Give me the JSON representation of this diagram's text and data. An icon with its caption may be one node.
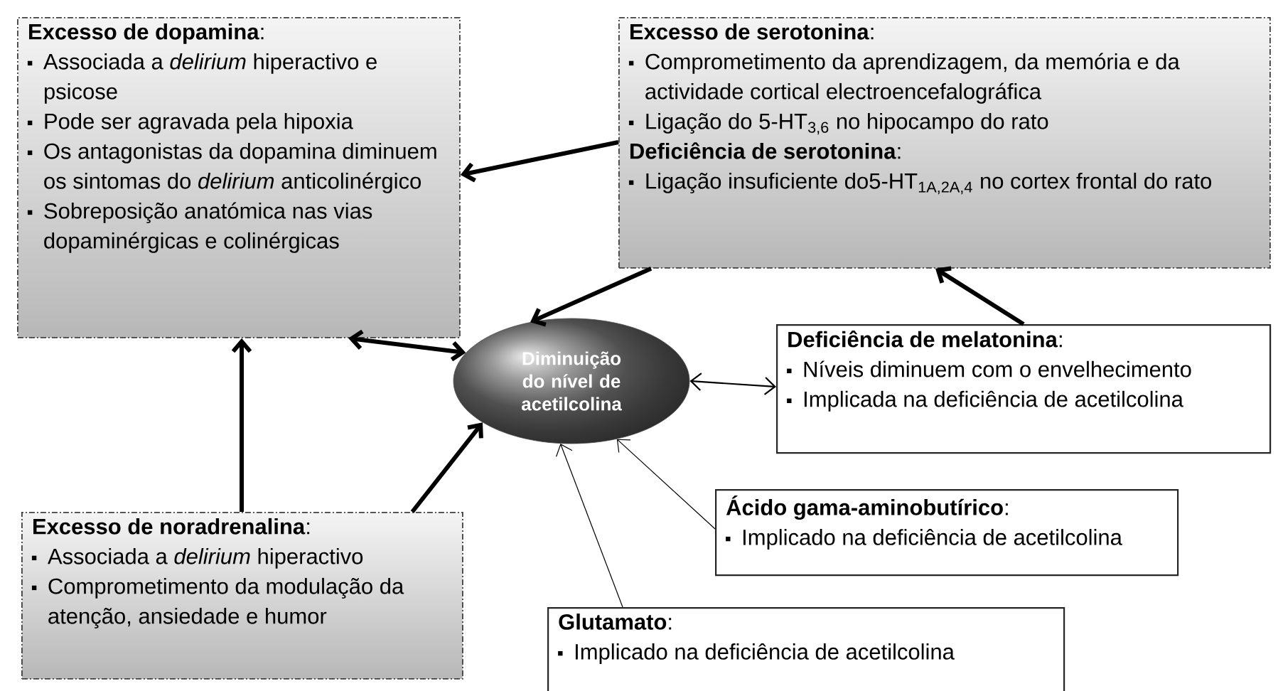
{
  "diagram": {
    "nodes": [
      {
        "text": [
          "**Excesso de dopamina**:",
          "Associada a *delirium* hiperactivo e psicose",
          "Pode ser agravada pela hipoxia",
          "Os antagonistas da dopamina diminuem os sintomas do *delirium* anticolinérgico",
          "Sobreposição anatómica nas vias dopaminérgicas e colinérgicas"
        ]
      },
      {
        "text": [
          "**Excesso de serotonina**:",
          "Comprometimento da aprendizagem, da memória e da actividade cortical electroencefalográfica",
          "Ligação do 5-HT$_{3,6}$ no hipocampo do rato",
          "**Deficiência de serotonina**:",
          "Ligação insuficiente do5-HT$_{1A,2A,4}$ no cortex frontal do rato"
        ]
      },
      {
        "text": [
          "Diminuição do nível de acetilcolina"
        ]
      },
      {
        "text": [
          "**Deficiência de melatonina**:",
          "Níveis diminuem com o envelhecimento",
          "Implicada na deficiência de acetilcolina"
        ]
      },
      {
        "text": [
          "**Excesso de noradrenalina**:",
          "Associada a *delirium* hiperactivo",
          "Comprometimento da modulação da atenção, ansiedade e humor"
        ]
      },
      {
        "text": [
          "**Ácido gama-aminobutírico**:",
          "Implicado na deficiência de acetilcolina"
        ]
      },
      {
        "text": [
          "**Glutamato**:",
          "Implicado na deficiência de acetilcolina"
        ]
      }
    ],
    "edges": [
      {
        "from": 1,
        "to": 0,
        "arrow": "to"
      },
      {
        "from": 1,
        "to": 2,
        "arrow": "to"
      },
      {
        "from": 3,
        "to": 1,
        "arrow": "to"
      },
      {
        "from": 2,
        "to": 0,
        "arrow": "both"
      },
      {
        "from": 2,
        "to": 3,
        "arrow": "both"
      },
      {
        "from": 4,
        "to": 0,
        "arrow": "to"
      },
      {
        "from": 4,
        "to": 2,
        "arrow": "to"
      },
      {
        "from": 5,
        "to": 2,
        "arrow": "to"
      },
      {
        "from": 6,
        "to": 2,
        "arrow": "to"
      }
    ]
  }
}
